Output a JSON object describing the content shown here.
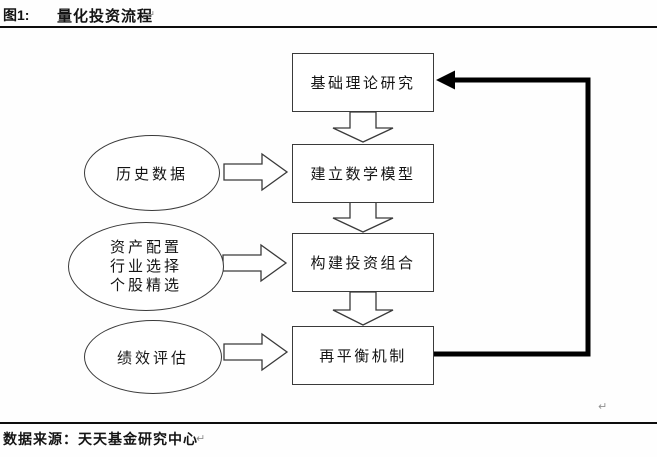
{
  "page": {
    "figure_label": "图1:",
    "figure_title": "量化投资流程",
    "source_text": "数据来源：天天基金研究中心",
    "return_mark": "↵"
  },
  "flowchart": {
    "boxes": [
      {
        "id": "basic-theory-research",
        "label": "基础理论研究"
      },
      {
        "id": "build-math-model",
        "label": "建立数学模型"
      },
      {
        "id": "construct-portfolio",
        "label": "构建投资组合"
      },
      {
        "id": "rebalancing-mechanism",
        "label": "再平衡机制"
      }
    ],
    "ellipses": [
      {
        "id": "historical-data",
        "lines": [
          "历史数据"
        ]
      },
      {
        "id": "allocation-selection",
        "lines": [
          "资产配置",
          "行业选择",
          "个股精选"
        ]
      },
      {
        "id": "performance-evaluation",
        "lines": [
          "绩效评估"
        ]
      }
    ],
    "flow": [
      "基础理论研究 → 建立数学模型 → 构建投资组合 → 再平衡机制 → (反馈回) 基础理论研究",
      "历史数据 → 建立数学模型",
      "资产配置/行业选择/个股精选 → 构建投资组合",
      "绩效评估 → 再平衡机制"
    ],
    "colors": {
      "shape_border": "#3a3a3a",
      "feedback_line": "#000000",
      "text": "#141414",
      "rule": "#0d0d0d"
    }
  }
}
